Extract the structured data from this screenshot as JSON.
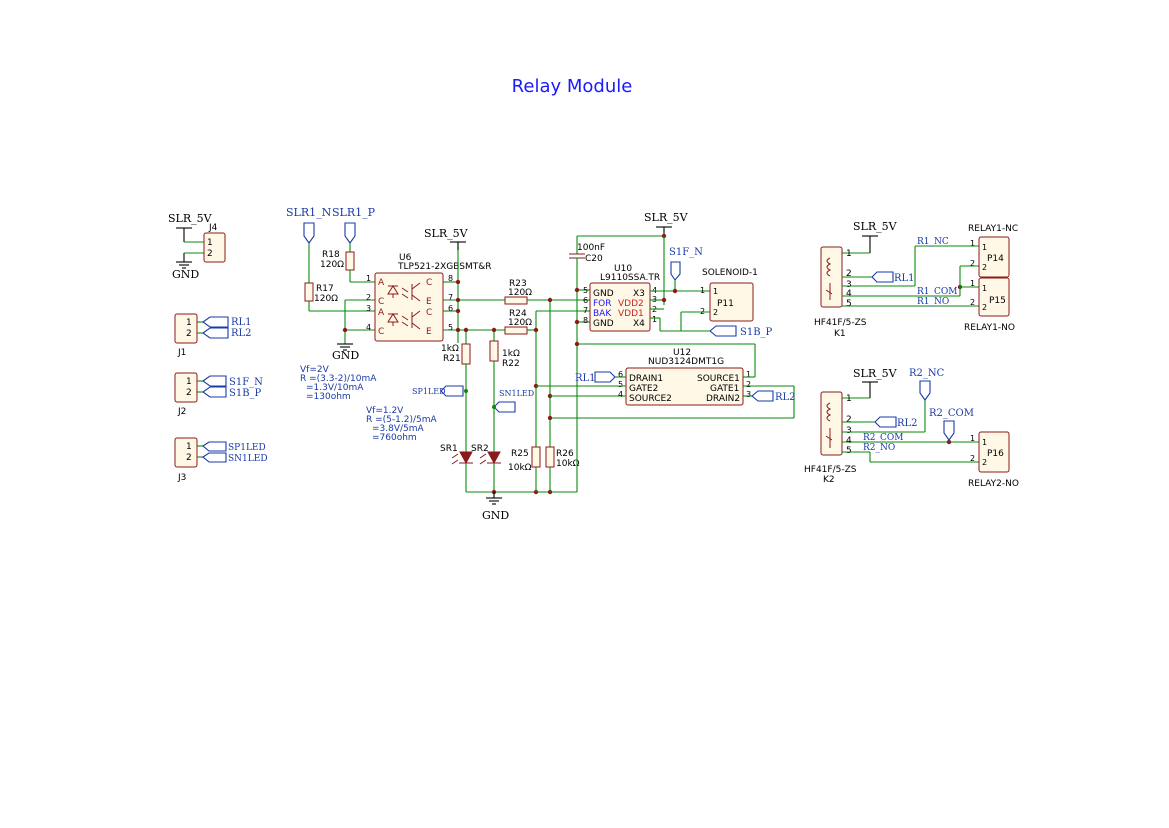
{
  "sheet": {
    "title": "Relay Module"
  },
  "connectors": {
    "j4": {
      "ref": "J4",
      "net_top": "SLR_5V",
      "net_bottom": "GND",
      "pins": [
        "1",
        "2"
      ]
    },
    "j1": {
      "ref": "J1",
      "pins": [
        "1",
        "2"
      ],
      "nets": [
        "RL1",
        "RL2"
      ]
    },
    "j2": {
      "ref": "J2",
      "pins": [
        "1",
        "2"
      ],
      "nets": [
        "S1F_N",
        "S1B_P"
      ]
    },
    "j3": {
      "ref": "J3",
      "pins": [
        "1",
        "2"
      ],
      "nets": [
        "SP1LED",
        "SN1LED"
      ]
    }
  },
  "inputs": {
    "slr1_n": "SLR1_N",
    "slr1_p": "SLR1_P"
  },
  "resistors": {
    "r17": {
      "ref": "R17",
      "value": "120Ω"
    },
    "r18": {
      "ref": "R18",
      "value": "120Ω"
    },
    "r21": {
      "ref": "R21",
      "value": "1kΩ"
    },
    "r22": {
      "ref": "R22",
      "value": "1kΩ"
    },
    "r23": {
      "ref": "R23",
      "value": "120Ω"
    },
    "r24": {
      "ref": "R24",
      "value": "120Ω"
    },
    "r25": {
      "ref": "R25",
      "value": "10kΩ"
    },
    "r26": {
      "ref": "R26",
      "value": "10kΩ"
    }
  },
  "u6": {
    "ref": "U6",
    "part": "TLP521-2XGBSMT&R",
    "pins_left": [
      "1",
      "2",
      "3",
      "4"
    ],
    "pins_right": [
      "8",
      "7",
      "6",
      "5"
    ],
    "labels_left": [
      "A",
      "C",
      "A",
      "C"
    ],
    "labels_right": [
      "C",
      "E",
      "C",
      "E"
    ]
  },
  "power": {
    "slr_5v_mid": "SLR_5V",
    "slr_5v_right": "SLR_5V",
    "gnd_left": "GND",
    "gnd_mid": "GND"
  },
  "notes": {
    "n1": [
      "Vf=2V",
      "R =(3.3-2)/10mA",
      "=1.3V/10mA",
      "=130ohm"
    ],
    "n2": [
      "Vf=1.2V",
      "R =(5-1.2)/5mA",
      "=3.8V/5mA",
      "=760ohm"
    ]
  },
  "leds": {
    "sr1": "SR1",
    "sr2": "SR2",
    "sp1led": "SP1LED",
    "sn1led": "SN1LED"
  },
  "c20": {
    "ref": "C20",
    "value": "100nF"
  },
  "u10": {
    "ref": "U10",
    "part": "L9110SSA.TR",
    "pins_left": [
      "5",
      "6",
      "7",
      "8"
    ],
    "labels_left": [
      "GND",
      "FOR",
      "BAK",
      "GND"
    ],
    "pins_right": [
      "4",
      "3",
      "2",
      "1"
    ],
    "labels_right": [
      "X3",
      "VDD2",
      "VDD1",
      "X4"
    ]
  },
  "solenoid": {
    "title": "SOLENOID-1",
    "ref": "P11",
    "pins": [
      "1",
      "2"
    ],
    "s1f_n": "S1F_N",
    "s1b_p": "S1B_P"
  },
  "u12": {
    "ref": "U12",
    "part": "NUD3124DMT1G",
    "pins_left": [
      "6",
      "5",
      "4"
    ],
    "labels_left": [
      "DRAIN1",
      "GATE2",
      "SOURCE2"
    ],
    "pins_right": [
      "1",
      "2",
      "3"
    ],
    "labels_right": [
      "SOURCE1",
      "GATE1",
      "DRAIN2"
    ],
    "rl1": "RL1",
    "rl2": "RL2"
  },
  "k1": {
    "ref": "K1",
    "part": "HF41F/5-ZS",
    "pwr": "SLR_5V",
    "pins": [
      "1",
      "2",
      "3",
      "4",
      "5"
    ],
    "rl": "RL1",
    "nc": "R1_NC",
    "com": "R1_COM",
    "no": "R1_NO",
    "p14": {
      "title": "RELAY1-NC",
      "ref": "P14",
      "pins": [
        "1",
        "2"
      ]
    },
    "p15": {
      "title": "RELAY1-NO",
      "ref": "P15",
      "pins": [
        "1",
        "2"
      ]
    }
  },
  "k2": {
    "ref": "K2",
    "part": "HF41F/5-ZS",
    "pwr": "SLR_5V",
    "pins": [
      "1",
      "2",
      "3",
      "4",
      "5"
    ],
    "rl": "RL2",
    "nc": "R2_NC",
    "com": "R2_COM",
    "com_label": "R2_COM",
    "no": "R2_NO",
    "p16": {
      "title": "RELAY2-NO",
      "ref": "P16",
      "pins": [
        "1",
        "2"
      ]
    }
  },
  "colors": {
    "wire": "#0a8a0a",
    "symbol": "#8b1a1a",
    "title": "#1a1aff",
    "net_label": "#1a3aa8",
    "pin_name_red": "#cc2222"
  }
}
